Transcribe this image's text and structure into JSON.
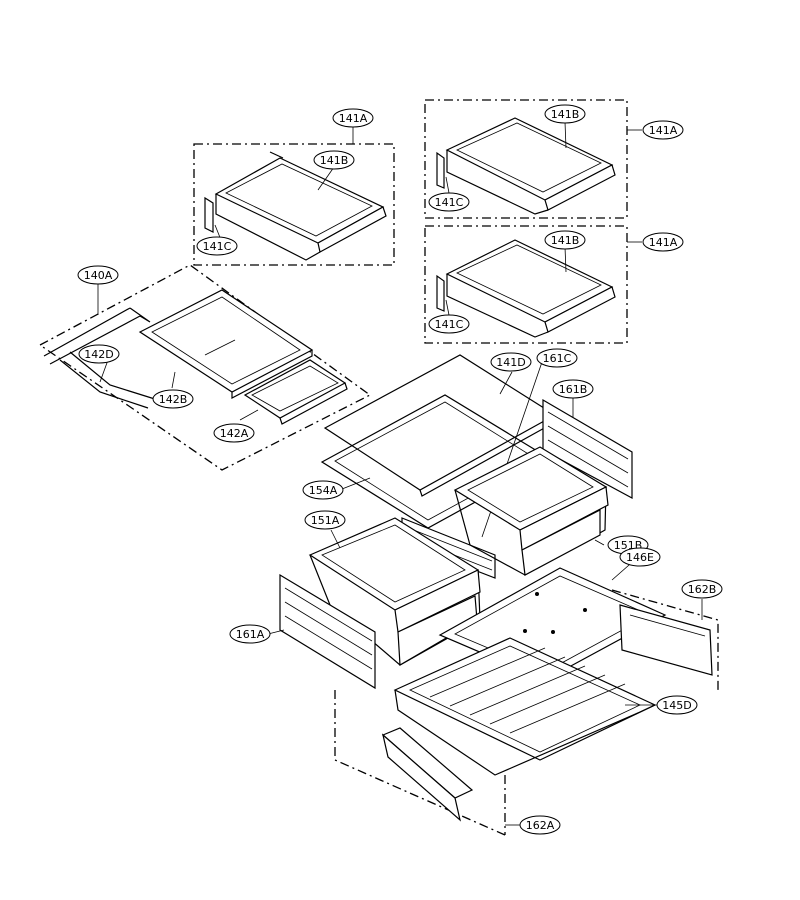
{
  "labels": {
    "l141A_a": "141A",
    "l141B_a": "141B",
    "l141C_a": "141C",
    "l141A_b": "141A",
    "l141B_b": "141B",
    "l141C_b": "141C",
    "l141A_c": "141A",
    "l141B_c": "141B",
    "l141C_c": "141C",
    "l140A": "140A",
    "l142D": "142D",
    "l142B": "142B",
    "l142A": "142A",
    "l141D": "141D",
    "l161C": "161C",
    "l161B": "161B",
    "l154A": "154A",
    "l151A": "151A",
    "l151B": "151B",
    "l146E": "146E",
    "l162B": "162B",
    "l161A": "161A",
    "l145D": "145D",
    "l162A": "162A"
  }
}
